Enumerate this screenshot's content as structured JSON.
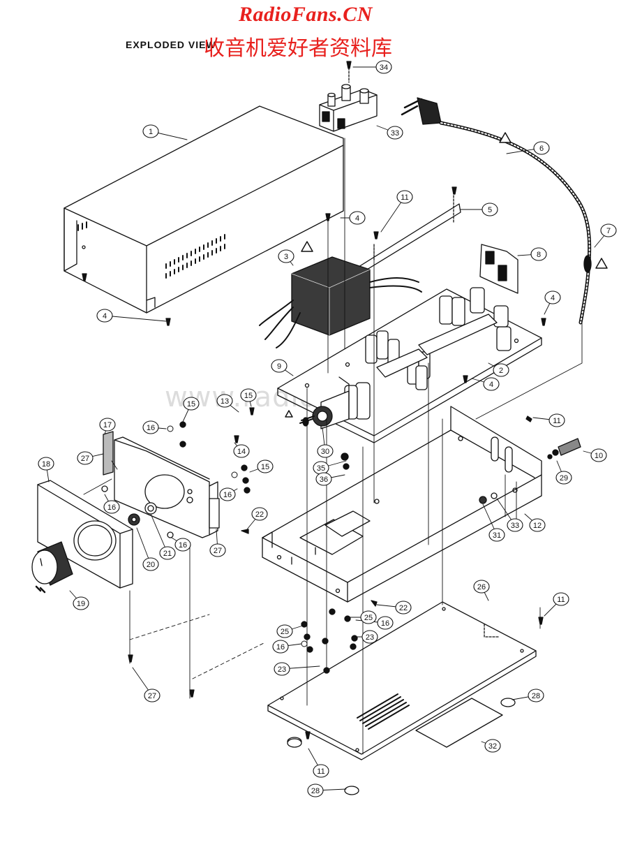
{
  "header": {
    "brand": "RadioFans.CN",
    "subtitle": "收音机爱好者资料库",
    "title": "EXPLODED VIEW",
    "watermark": "www.radiofans.cn"
  },
  "callouts": [
    {
      "id": "c1",
      "label": "1"
    },
    {
      "id": "c2",
      "label": "2"
    },
    {
      "id": "c3",
      "label": "3"
    },
    {
      "id": "c4a",
      "label": "4"
    },
    {
      "id": "c4b",
      "label": "4"
    },
    {
      "id": "c4c",
      "label": "4"
    },
    {
      "id": "c4d",
      "label": "4"
    },
    {
      "id": "c5",
      "label": "5"
    },
    {
      "id": "c6",
      "label": "6"
    },
    {
      "id": "c7",
      "label": "7"
    },
    {
      "id": "c8",
      "label": "8"
    },
    {
      "id": "c9",
      "label": "9"
    },
    {
      "id": "c10",
      "label": "10"
    },
    {
      "id": "c11a",
      "label": "11"
    },
    {
      "id": "c11b",
      "label": "11"
    },
    {
      "id": "c11c",
      "label": "11"
    },
    {
      "id": "c11d",
      "label": "11"
    },
    {
      "id": "c12",
      "label": "12"
    },
    {
      "id": "c13",
      "label": "13"
    },
    {
      "id": "c14",
      "label": "14"
    },
    {
      "id": "c15a",
      "label": "15"
    },
    {
      "id": "c15b",
      "label": "15"
    },
    {
      "id": "c15c",
      "label": "15"
    },
    {
      "id": "c16a",
      "label": "16"
    },
    {
      "id": "c16b",
      "label": "16"
    },
    {
      "id": "c16c",
      "label": "16"
    },
    {
      "id": "c16d",
      "label": "16"
    },
    {
      "id": "c16e",
      "label": "16"
    },
    {
      "id": "c16f",
      "label": "16"
    },
    {
      "id": "c17",
      "label": "17"
    },
    {
      "id": "c18",
      "label": "18"
    },
    {
      "id": "c19",
      "label": "19"
    },
    {
      "id": "c20",
      "label": "20"
    },
    {
      "id": "c21",
      "label": "21"
    },
    {
      "id": "c22a",
      "label": "22"
    },
    {
      "id": "c22b",
      "label": "22"
    },
    {
      "id": "c23a",
      "label": "23"
    },
    {
      "id": "c23b",
      "label": "23"
    },
    {
      "id": "c25a",
      "label": "25"
    },
    {
      "id": "c25b",
      "label": "25"
    },
    {
      "id": "c26",
      "label": "26"
    },
    {
      "id": "c27a",
      "label": "27"
    },
    {
      "id": "c27b",
      "label": "27"
    },
    {
      "id": "c27c",
      "label": "27"
    },
    {
      "id": "c28a",
      "label": "28"
    },
    {
      "id": "c28b",
      "label": "28"
    },
    {
      "id": "c29",
      "label": "29"
    },
    {
      "id": "c30",
      "label": "30"
    },
    {
      "id": "c31",
      "label": "31"
    },
    {
      "id": "c32",
      "label": "32"
    },
    {
      "id": "c33a",
      "label": "33"
    },
    {
      "id": "c33b",
      "label": "33"
    },
    {
      "id": "c34",
      "label": "34"
    },
    {
      "id": "c35",
      "label": "35"
    },
    {
      "id": "c36",
      "label": "36"
    }
  ],
  "warning_icons": [
    "caution-triangle-3",
    "caution-triangle-6",
    "caution-triangle-7",
    "caution-triangle-30"
  ]
}
